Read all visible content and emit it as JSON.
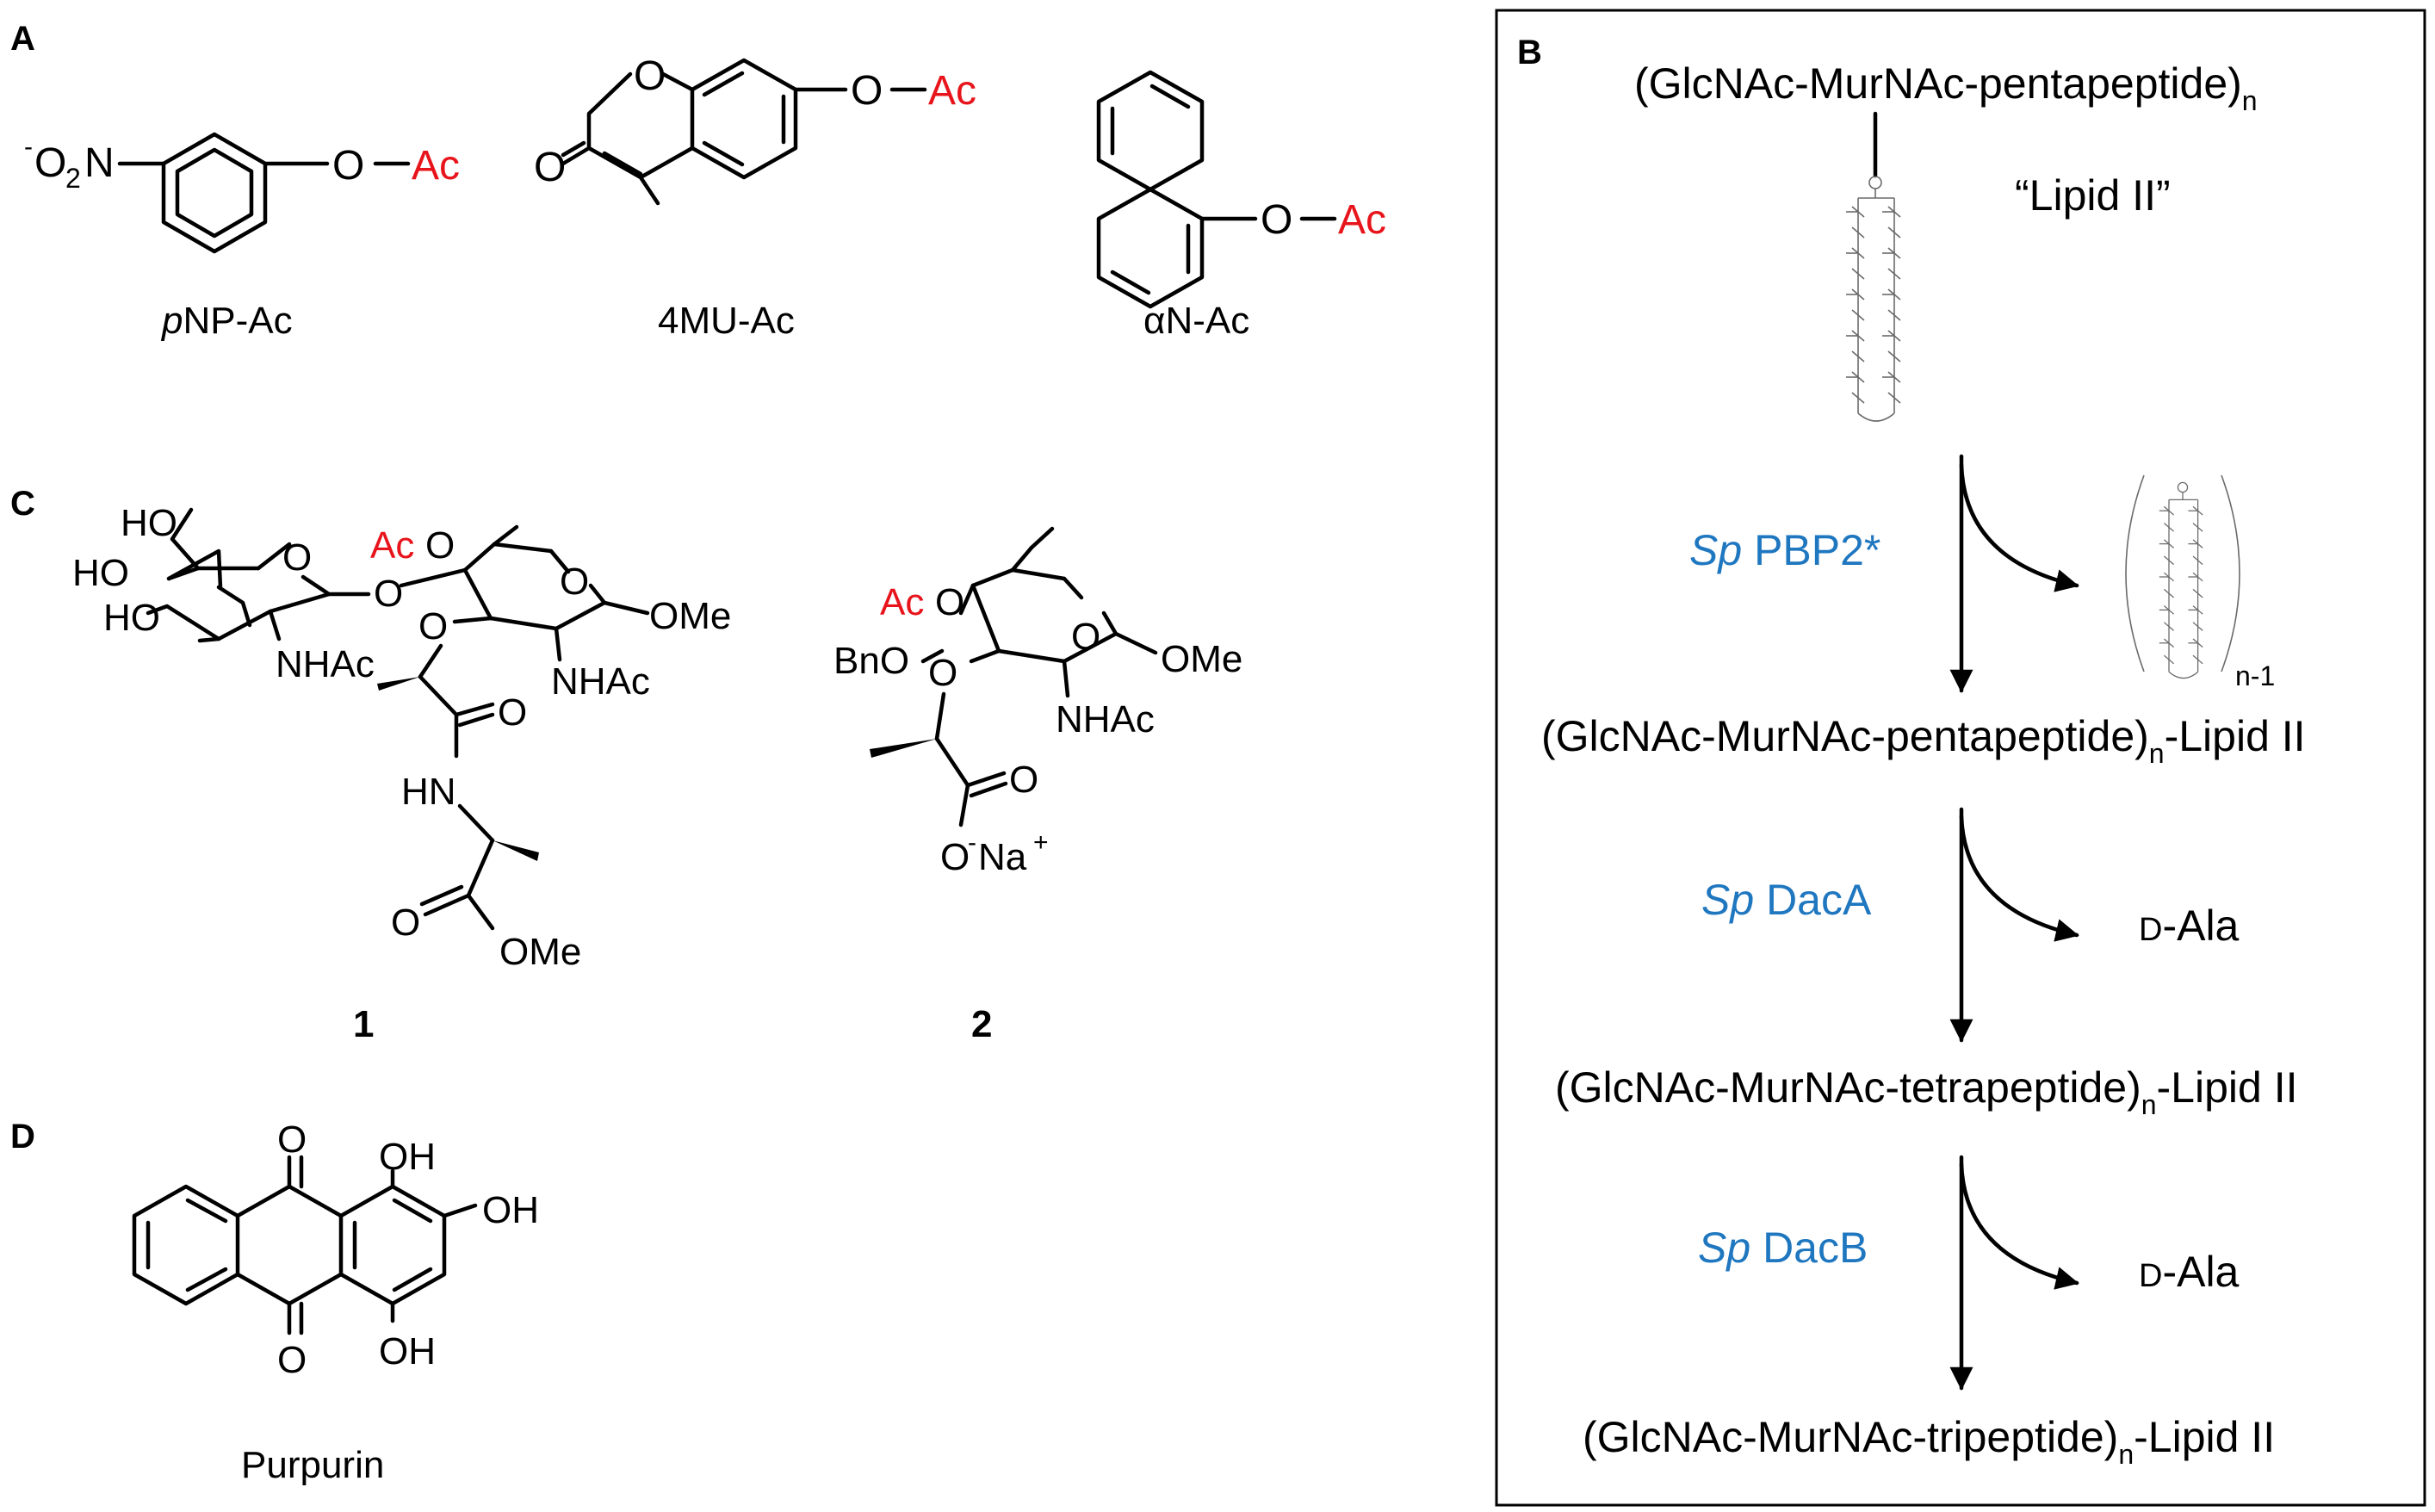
{
  "panel_labels": {
    "a": "A",
    "b": "B",
    "c": "C",
    "d": "D"
  },
  "panelA": {
    "pnp_substituent": "O",
    "pnp_acyl": "Ac",
    "pnp_nitro_charge": "-",
    "pnp_nitro_o": "O",
    "pnp_nitro_sub": "2",
    "pnp_nitro_n": "N",
    "pnp_name_prefix": "p",
    "pnp_name": "NP-Ac",
    "mu_carbonyl": "O",
    "mu_ring_o": "O",
    "mu_substituent": "O",
    "mu_acyl": "Ac",
    "mu_name": "4MU-Ac",
    "an_substituent": "O",
    "an_acyl": "Ac",
    "an_name": "αN-Ac"
  },
  "panelB": {
    "top_poly": "(GlcNAc-MurNAc-pentapeptide)",
    "top_sub": "n",
    "lipid_label": "“Lipid II”",
    "enzyme1_italic": "Sp",
    "enzyme1": " PBP2*",
    "bracket_sub": "n-1",
    "product1_poly": "(GlcNAc-MurNAc-pentapeptide)",
    "product1_sub": "n",
    "product1_tail": "-Lipid II",
    "enzyme2_italic": "Sp",
    "enzyme2": " DacA",
    "release2_sc": "D",
    "release2": "-Ala",
    "product2_poly": "(GlcNAc-MurNAc-tetrapeptide)",
    "product2_sub": "n",
    "product2_tail": "-Lipid II",
    "enzyme3_italic": "Sp",
    "enzyme3": " DacB",
    "release3_sc": "D",
    "release3": "-Ala",
    "product3_poly": "(GlcNAc-MurNAc-tripeptide)",
    "product3_sub": "n",
    "product3_tail": "-Lipid II"
  },
  "panelC": {
    "c1_ho1": "HO",
    "c1_ho2": "HO",
    "c1_ho3": "HO",
    "c1_ring1_o": "O",
    "c1_glyco_o": "O",
    "c1_ac": "Ac",
    "c1_ac_o": "O",
    "c1_ring2_o": "O",
    "c1_ome": "OMe",
    "c1_nhac1": "NHAc",
    "c1_lactyl_o": "O",
    "c1_nhac2": "NHAc",
    "c1_amide_o": "O",
    "c1_hn": "HN",
    "c1_ester_o": "O",
    "c1_ester_ome": "OMe",
    "c1_label": "1",
    "c2_ac": "Ac",
    "c2_ac_o": "O",
    "c2_bno": "BnO",
    "c2_ring_o": "O",
    "c2_lactyl_o": "O",
    "c2_ome": "OMe",
    "c2_nhac": "NHAc",
    "c2_acid_o": "O",
    "c2_o": "O",
    "c2_charge": "-",
    "c2_na": "Na",
    "c2_plus": "+",
    "c2_label": "2"
  },
  "panelD": {
    "o_top": "O",
    "o_bottom": "O",
    "oh1": "OH",
    "oh2": "OH",
    "oh4": "OH",
    "name": "Purpurin"
  },
  "colors": {
    "acyl_red": "#e8141b",
    "enzyme_blue": "#1f77c0"
  }
}
